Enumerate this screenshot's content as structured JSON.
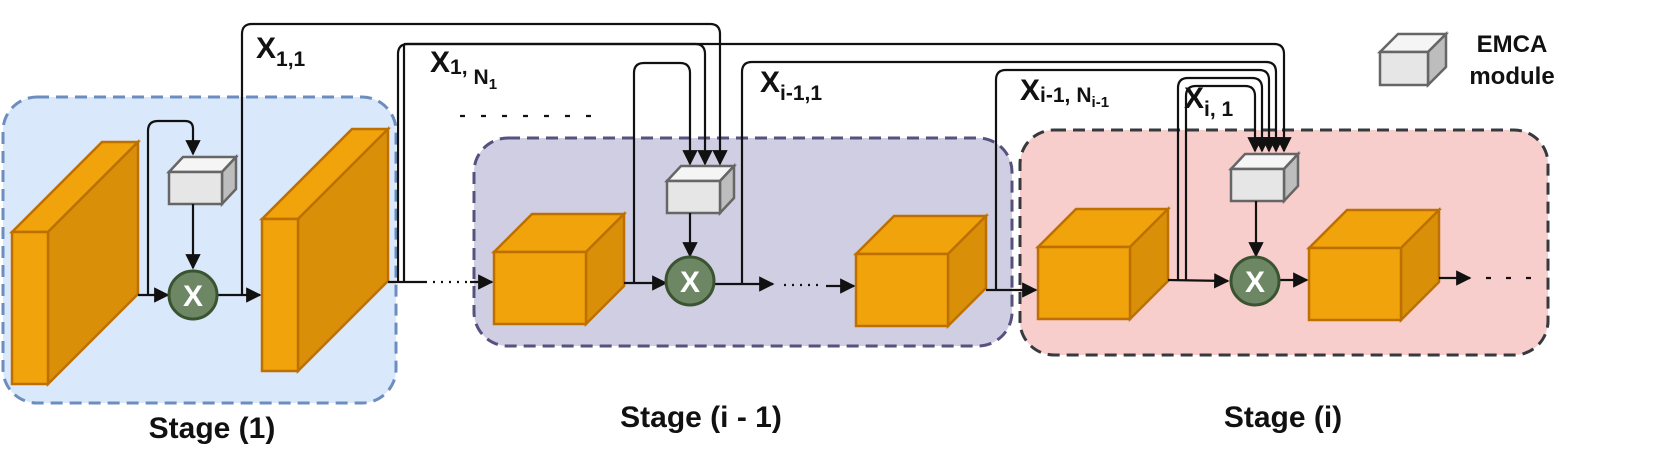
{
  "stages": [
    {
      "label": "Stage (1)",
      "color": "#dae8fc",
      "border": "#6c8ebf"
    },
    {
      "label": "Stage (i - 1)",
      "color": "#d0cee2",
      "border": "#56517e"
    },
    {
      "label": "Stage (i)",
      "color": "#f8cecc",
      "border": "#36393d"
    }
  ],
  "skip_labels": [
    {
      "base": "X",
      "sub": "1,1"
    },
    {
      "base": "X",
      "sub1": "1,",
      "sub2": "N",
      "sub2_sub": "1"
    },
    {
      "base": "X",
      "sub": "i-1,1"
    },
    {
      "base": "X",
      "sub1": "i-1,",
      "sub2": "N",
      "sub2_sub": "i-1"
    },
    {
      "base": "X",
      "sub": "i, 1"
    }
  ],
  "multiply_symbol": "X",
  "legend": {
    "line1": "EMCA",
    "line2": "module",
    "icon": "emca-cube-icon"
  },
  "colors": {
    "block_front": "#f0a30a",
    "block_top": "#f0a30a",
    "block_side": "#d99008",
    "block_stroke": "#bd7000",
    "multiply_fill": "#6d8764",
    "multiply_stroke": "#3a5431",
    "emca_fill": "#e6e6e6",
    "emca_stroke": "#666666"
  }
}
